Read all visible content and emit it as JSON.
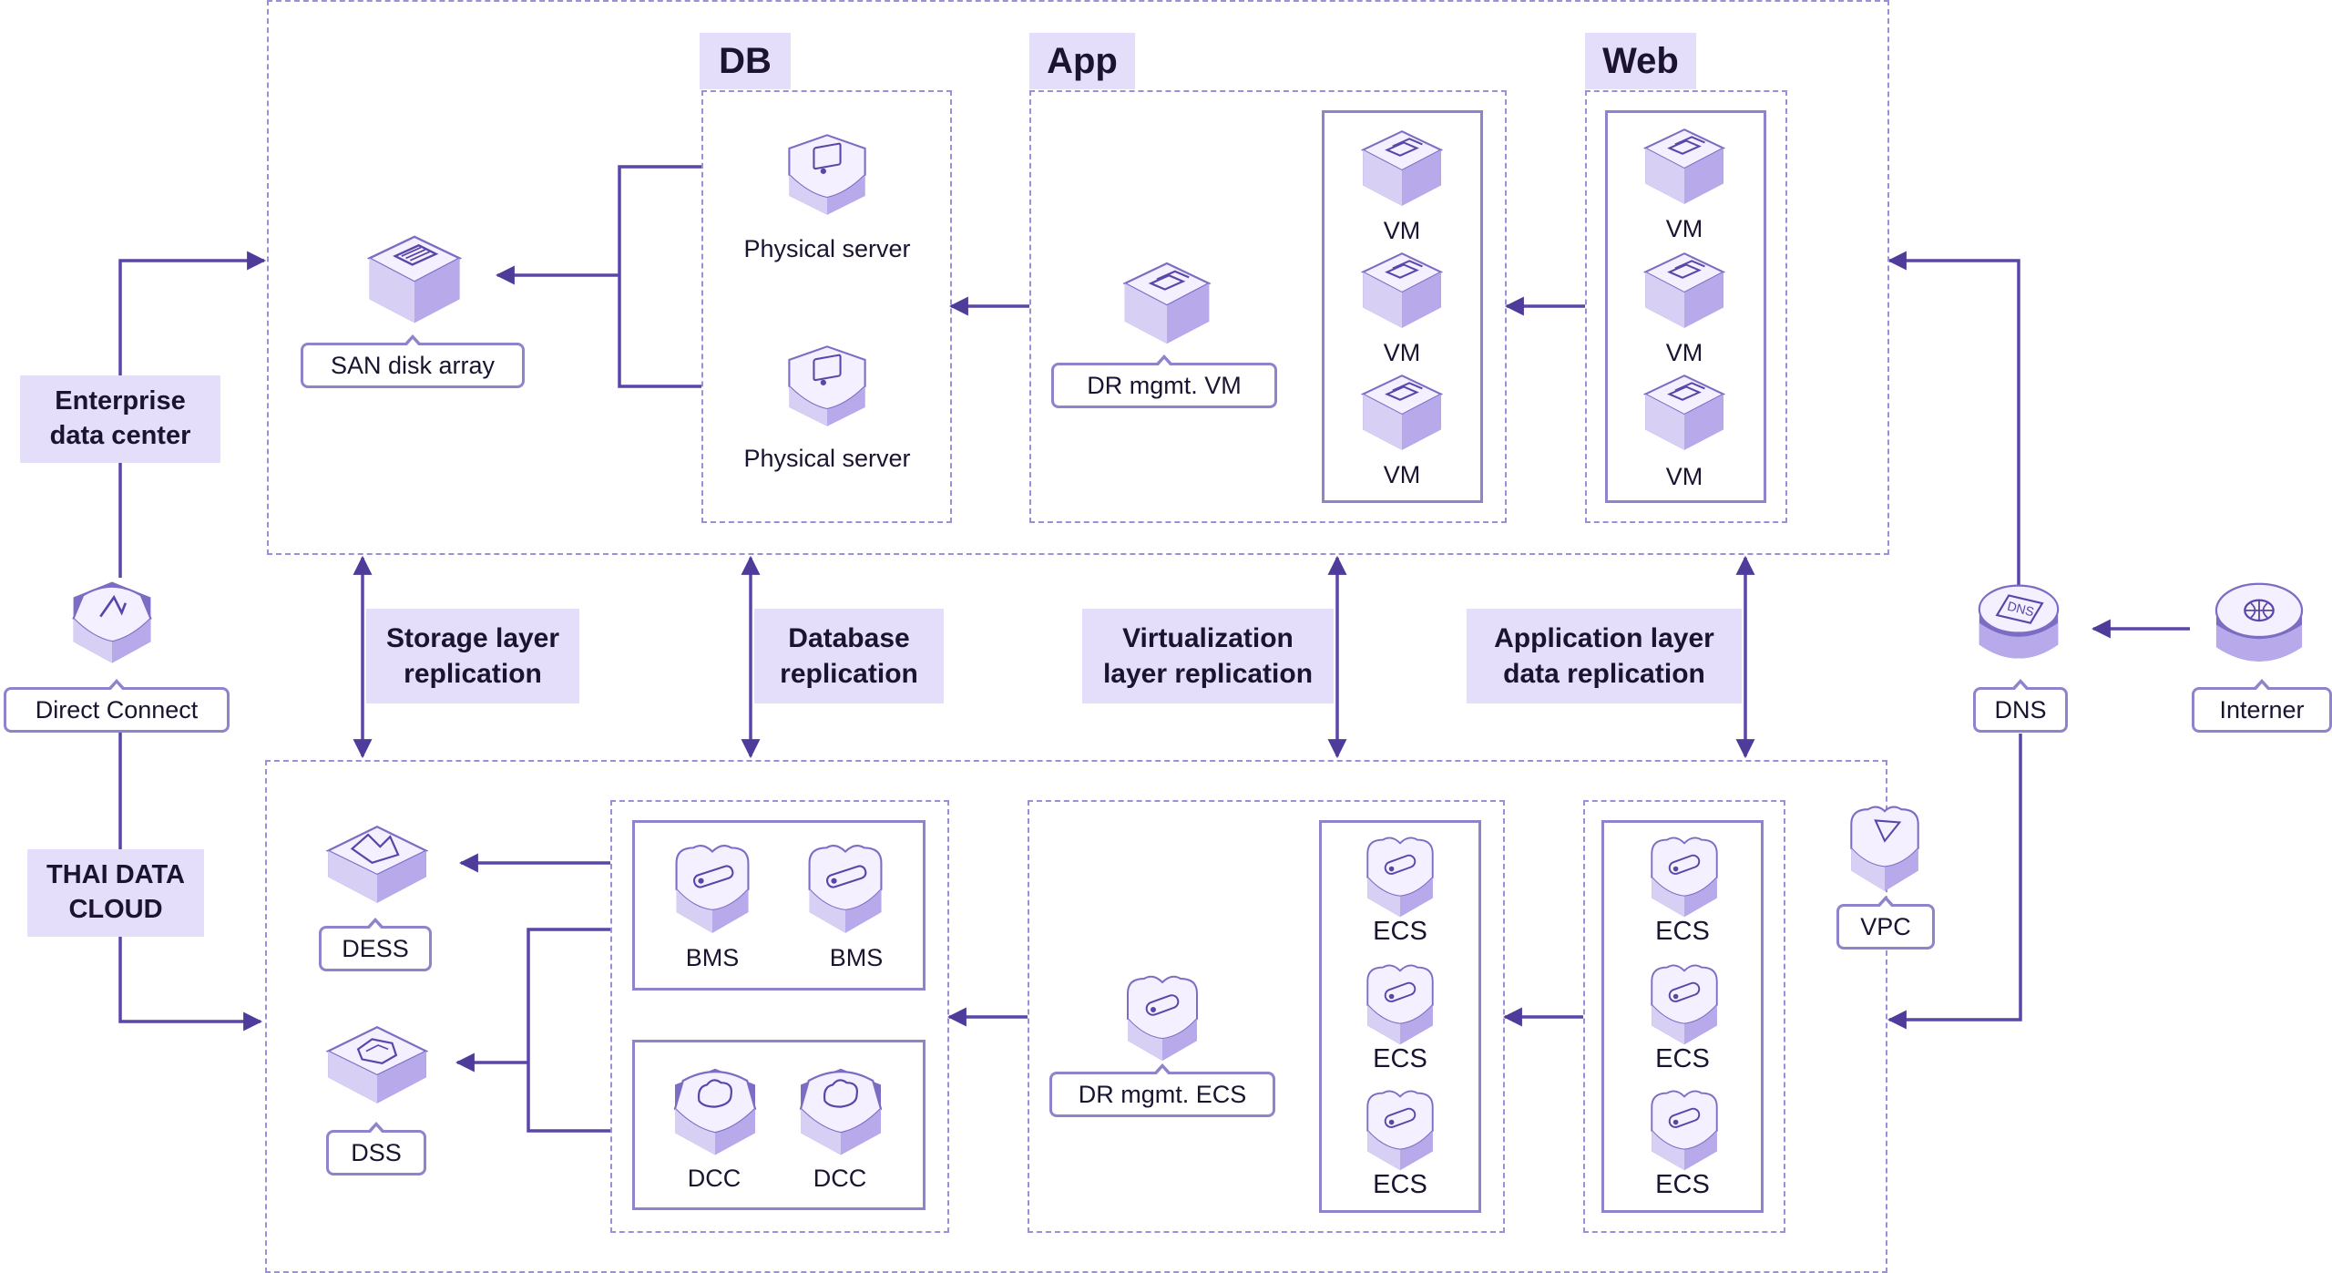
{
  "tiers": {
    "db": "DB",
    "app": "App",
    "web": "Web"
  },
  "enterprise_label": "Enterprise\ndata center",
  "cloud_label": "THAI DATA\nCLOUD",
  "replication": {
    "storage": "Storage layer\nreplication",
    "database": "Database\nreplication",
    "virtualization": "Virtualization\nlayer replication",
    "application": "Application layer\ndata replication"
  },
  "enterprise": {
    "san": "SAN disk array",
    "physical_server_1": "Physical server",
    "physical_server_2": "Physical server",
    "dr_mgmt_vm": "DR mgmt. VM",
    "app_vms": [
      "VM",
      "VM",
      "VM"
    ],
    "web_vms": [
      "VM",
      "VM",
      "VM"
    ]
  },
  "cloud": {
    "dess": "DESS",
    "dss": "DSS",
    "bms": [
      "BMS",
      "BMS"
    ],
    "dcc": [
      "DCC",
      "DCC"
    ],
    "dr_mgmt_ecs": "DR mgmt. ECS",
    "app_ecs": [
      "ECS",
      "ECS",
      "ECS"
    ],
    "web_ecs": [
      "ECS",
      "ECS",
      "ECS"
    ],
    "vpc": "VPC"
  },
  "network": {
    "direct_connect": "Direct Connect",
    "dns": "DNS",
    "internet": "Interner"
  },
  "icon_glyphs": {
    "dns_plate": "DNS"
  },
  "colors": {
    "accent": "#4f3c9a",
    "line": "#5a45a8",
    "band": "#e4defa",
    "box_border": "#8f84cc",
    "dash": "#9b8fd8"
  }
}
